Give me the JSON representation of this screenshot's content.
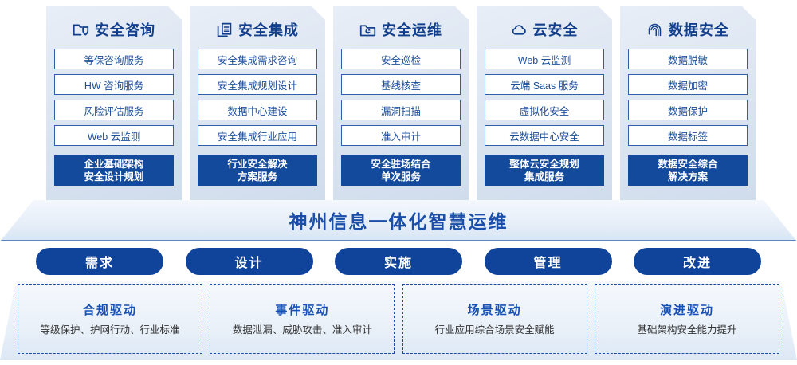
{
  "columns": [
    {
      "icon": "folder-shield-icon",
      "title": "安全咨询",
      "items": [
        "等保咨询服务",
        "HW 咨询服务",
        "风险评估服务",
        "Web 云监测"
      ],
      "highlight": [
        "企业基础架构",
        "安全设计规划"
      ]
    },
    {
      "icon": "stacked-documents-icon",
      "title": "安全集成",
      "items": [
        "安全集成需求咨询",
        "安全集成规划设计",
        "数据中心建设",
        "安全集成行业应用"
      ],
      "highlight": [
        "行业安全解决",
        "方案服务"
      ]
    },
    {
      "icon": "folder-chart-icon",
      "title": "安全运维",
      "items": [
        "安全巡检",
        "基线核查",
        "漏洞扫描",
        "准入审计"
      ],
      "highlight": [
        "安全驻场结合",
        "单次服务"
      ]
    },
    {
      "icon": "cloud-icon",
      "title": "云安全",
      "items": [
        "Web 云监测",
        "云端 Saas 服务",
        "虚拟化安全",
        "云数据中心安全"
      ],
      "highlight": [
        "整体云安全规划",
        "集成服务"
      ]
    },
    {
      "icon": "fingerprint-icon",
      "title": "数据安全",
      "items": [
        "数据脱敏",
        "数据加密",
        "数据保护",
        "数据标签"
      ],
      "highlight": [
        "数据安全综合",
        "解决方案"
      ]
    }
  ],
  "banner": {
    "text": "神州信息一体化智慧运维"
  },
  "pills": [
    {
      "label": "需求"
    },
    {
      "label": "设计"
    },
    {
      "label": "实施"
    },
    {
      "label": "管理"
    },
    {
      "label": "改进"
    }
  ],
  "drivers": [
    {
      "title": "合规驱动",
      "subtitle": "等级保护、护网行动、行业标准"
    },
    {
      "title": "事件驱动",
      "subtitle": "数据泄漏、威胁攻击、准入审计"
    },
    {
      "title": "场景驱动",
      "subtitle": "行业应用综合场景安全赋能"
    },
    {
      "title": "演进驱动",
      "subtitle": "基础架构安全能力提升"
    }
  ],
  "colors": {
    "brand_blue": "#10439a",
    "panel_blue": "#134a9c",
    "title_blue": "#123f8c",
    "item_border": "#2f5fa8"
  }
}
